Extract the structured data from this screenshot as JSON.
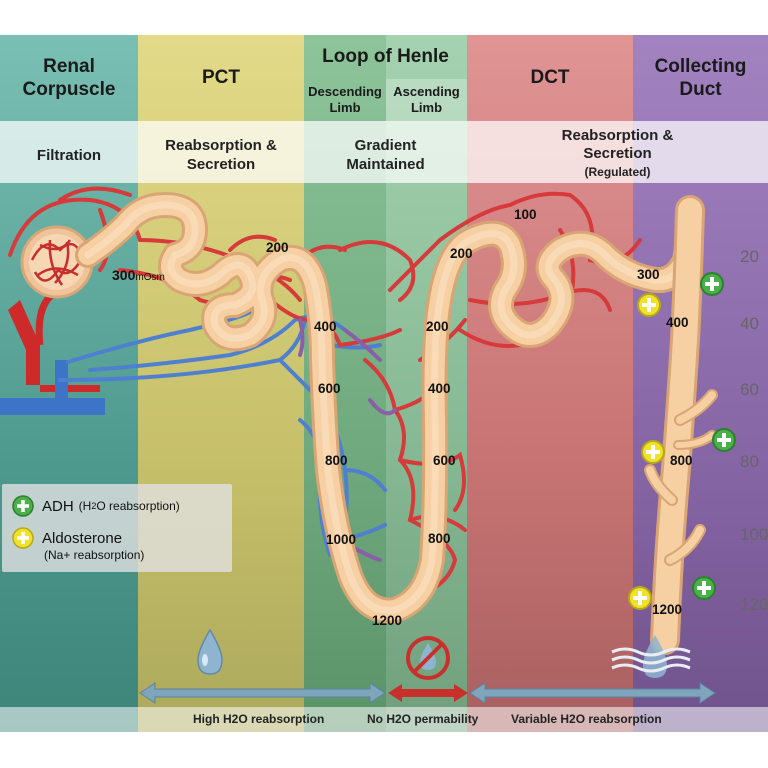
{
  "headers": {
    "renal_corpuscle": [
      "Renal",
      "Corpuscle"
    ],
    "pct": "PCT",
    "loop_of_henle": "Loop of Henle",
    "descending_limb": [
      "Descending",
      "Limb"
    ],
    "ascending_limb": [
      "Ascending",
      "Limb"
    ],
    "dct": "DCT",
    "collecting_duct": [
      "Collecting",
      "Duct"
    ]
  },
  "functions": {
    "renal_corpuscle": "Filtration",
    "pct": [
      "Reabsorption &",
      "Secretion"
    ],
    "loop": [
      "Gradient",
      "Maintained"
    ],
    "dct_cd": [
      "Reabsorption &",
      "Secretion"
    ],
    "dct_cd_note": "(Regulated)"
  },
  "osmolarity_labels": {
    "glomerulus": "300",
    "glomerulus_unit": "mOsm",
    "pct_end": "200",
    "desc_400": "400",
    "desc_600": "600",
    "desc_800": "800",
    "desc_1000": "1000",
    "bottom_1200": "1200",
    "asc_800": "800",
    "asc_600": "600",
    "asc_400": "400",
    "asc_200": "200",
    "asc_top_200": "200",
    "dct_100": "100",
    "cd_300": "300",
    "cd_400": "400",
    "cd_800": "800",
    "cd_1200": "1200"
  },
  "scale": [
    "20",
    "40",
    "60",
    "80",
    "100",
    "120"
  ],
  "legend": {
    "adh": "ADH",
    "adh_note_pre": "(H",
    "adh_note_sub": "2",
    "adh_note_post": "O reabsorption)",
    "aldosterone": "Aldosterone",
    "aldosterone_note": "(Na+ reabsorption)"
  },
  "bottom": {
    "high": "High H2O reabsorption",
    "none": "No H2O permability",
    "variable": "Variable H2O reabsorption"
  },
  "colors": {
    "renal_corpuscle": "#6fb5a9",
    "pct": "#d8d07e",
    "loop": "#8ec49a",
    "dct": "#d98b8b",
    "collecting_duct": "#9a7cb8",
    "tubule": "#f2c898",
    "artery": "#d63a3a",
    "vein": "#4a7fd0",
    "adh": "#49b04a",
    "aldosterone": "#f1e12a"
  }
}
